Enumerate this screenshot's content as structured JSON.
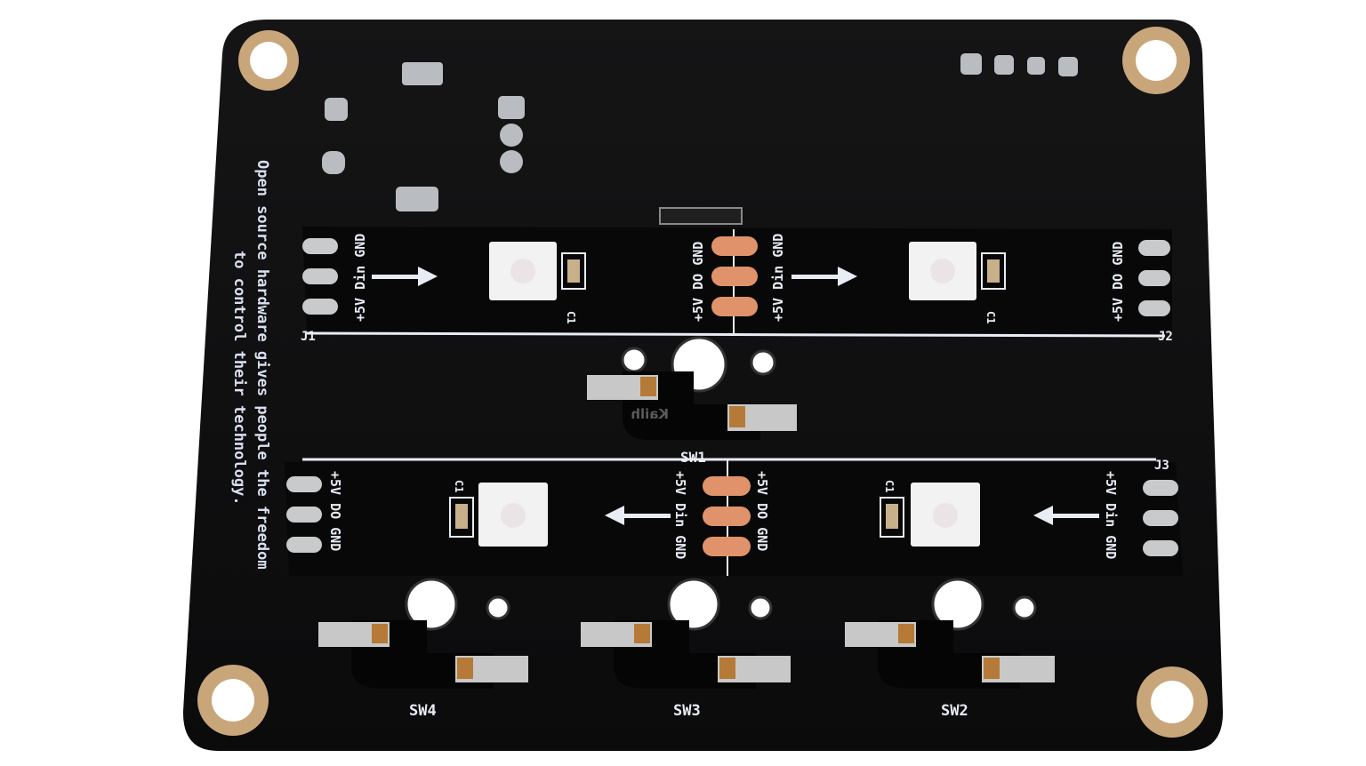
{
  "image": {
    "subject": "pcb-board",
    "colors": {
      "board": "#0f0f10",
      "silkscreen": "#e8ecf4",
      "copper_pad": "#e0936a",
      "mount_ring": "#c9a67a",
      "background": "#ffffff"
    }
  },
  "slogan": {
    "line1": "Open source hardware gives people the freedom",
    "line2": "to control their technology."
  },
  "strips": [
    {
      "left_pins": "+5V Din GND",
      "mid_left_pins": "+5V DO GND",
      "mid_right_pins": "+5V Din GND",
      "right_pins": "+5V DO GND",
      "cap_label": "C1",
      "connectors": [
        "J1",
        "J2"
      ]
    },
    {
      "left_pins": "+5V DO GND",
      "mid_left_pins": "+5V Din GND",
      "mid_right_pins": "+5V DO GND",
      "right_pins": "+5V Din GND",
      "cap_label": "C1",
      "connectors": [
        "J3"
      ]
    }
  ],
  "switches": [
    "SW1",
    "SW4",
    "SW3",
    "SW2"
  ],
  "socket_marking": "Kailh"
}
